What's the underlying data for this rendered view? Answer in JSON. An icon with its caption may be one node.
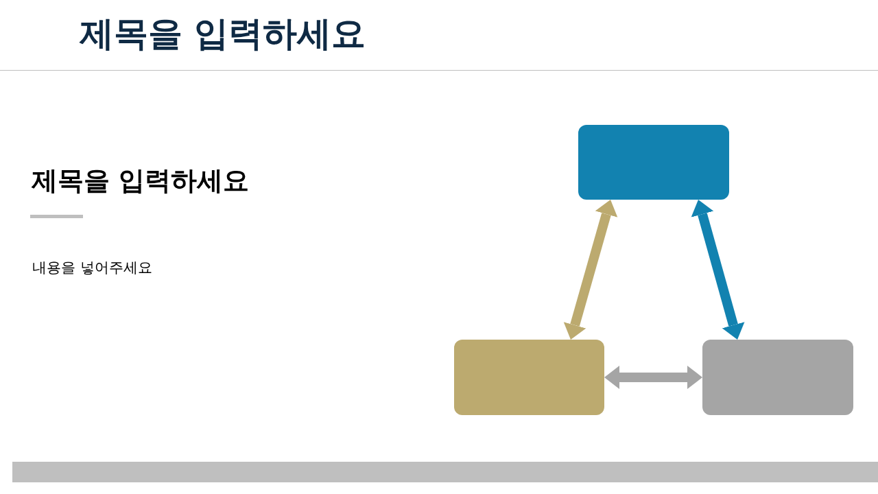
{
  "diagram": {
    "title": "제목을 입력하세요",
    "nodes": [
      {
        "text": [],
        "shape": "box"
      },
      {
        "text": [],
        "shape": "box"
      },
      {
        "text": [],
        "shape": "box"
      }
    ],
    "edges": [
      {
        "from": 1,
        "to": 0,
        "arrow": "both",
        "color": "#bcaa6f"
      },
      {
        "from": 0,
        "to": 2,
        "arrow": "both",
        "color": "#1282b0"
      },
      {
        "from": 1,
        "to": 2,
        "arrow": "both",
        "color": "#a5a5a5"
      }
    ],
    "labels": [
      "제목을 입력하세요",
      "내용을 넣어주세요"
    ]
  }
}
